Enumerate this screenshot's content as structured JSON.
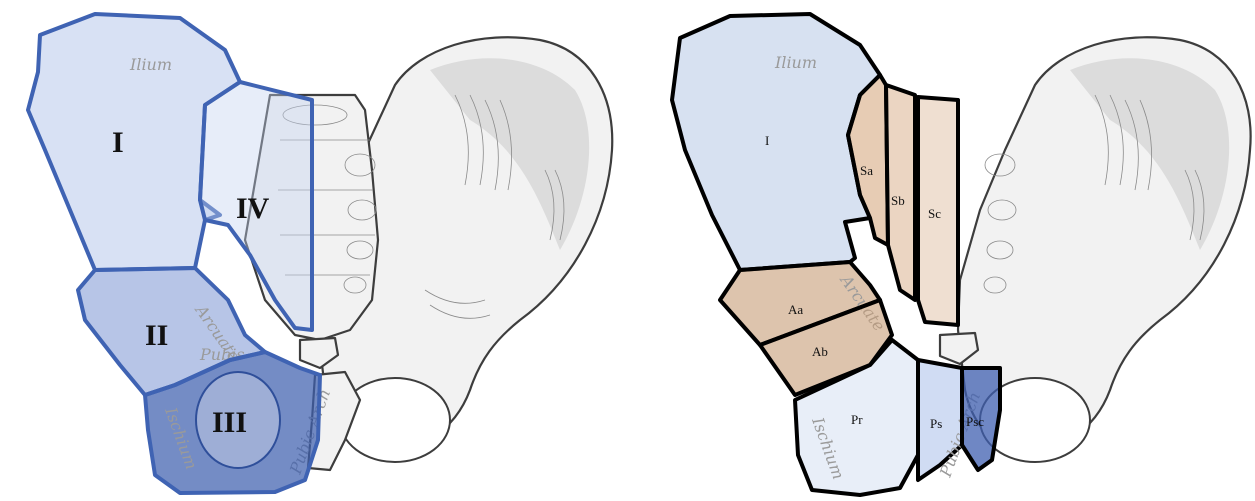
{
  "left_panel": {
    "bone_labels": {
      "ilium": "Ilium",
      "pubis": "Pubis",
      "ischium": "Ischium",
      "pubic_arch": "Pubic Arch",
      "arcuate": "Arcuate"
    },
    "zones": [
      {
        "id": "I",
        "label": "I",
        "color": "#a9bce6",
        "opacity": 0.45
      },
      {
        "id": "II",
        "label": "II",
        "color": "#6f8cd0",
        "opacity": 0.5
      },
      {
        "id": "III",
        "label": "III",
        "color": "#3f5fae",
        "opacity": 0.72
      },
      {
        "id": "IV",
        "label": "IV",
        "color": "#c4d3f0",
        "opacity": 0.4
      }
    ],
    "outline_color": "#3f63b3"
  },
  "right_panel": {
    "bone_labels": {
      "ilium": "Ilium",
      "arcuate": "Arcuate",
      "ischium": "Ischium",
      "pubic_arch": "Pubic Arch"
    },
    "zones": [
      {
        "id": "I",
        "label": "I",
        "color": "#b6c8e6",
        "opacity": 0.55
      },
      {
        "id": "Aa",
        "label": "Aa",
        "color": "#c79c76",
        "opacity": 0.6
      },
      {
        "id": "Ab",
        "label": "Ab",
        "color": "#c79c76",
        "opacity": 0.6
      },
      {
        "id": "Sa",
        "label": "Sa",
        "color": "#d4a277",
        "opacity": 0.55
      },
      {
        "id": "Sb",
        "label": "Sb",
        "color": "#d7ab86",
        "opacity": 0.5
      },
      {
        "id": "Sc",
        "label": "Sc",
        "color": "#dcb79a",
        "opacity": 0.45
      },
      {
        "id": "Pr",
        "label": "Pr",
        "color": "#d8e2f3",
        "opacity": 0.6
      },
      {
        "id": "Ps",
        "label": "Ps",
        "color": "#b7c9ec",
        "opacity": 0.65
      },
      {
        "id": "Psc",
        "label": "Psc",
        "color": "#3f5fb0",
        "opacity": 0.75
      }
    ],
    "outline_color": "#000000"
  }
}
